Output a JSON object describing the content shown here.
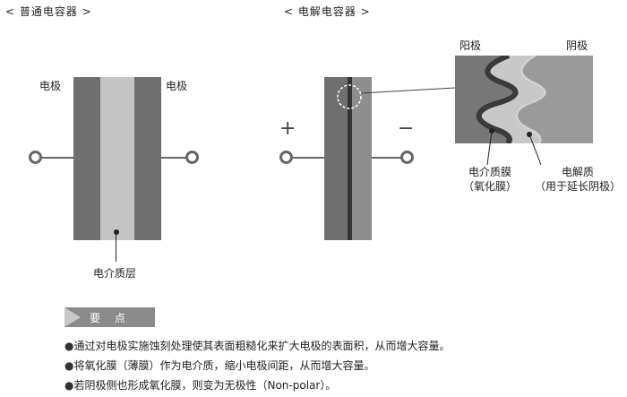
{
  "sections": {
    "normal_title": "< 普通电容器 >",
    "electrolytic_title": "< 电解电容器 >"
  },
  "normal_capacitor": {
    "left_electrode_label": "电极",
    "right_electrode_label": "电极",
    "dielectric_label": "电介质层"
  },
  "electrolytic_capacitor": {
    "plus_symbol": "+",
    "minus_symbol": "−",
    "anode_label": "阳极",
    "cathode_label": "阴极",
    "oxide_label_line1": "电介质膜",
    "oxide_label_line2": "（氧化膜）",
    "electrolyte_label_line1": "电解质",
    "electrolyte_label_line2": "（用于延长阴极）"
  },
  "key_points": {
    "heading": "要 点",
    "bullet_char": "●",
    "items": [
      "通过对电极实施蚀刻处理使其表面粗糙化来扩大电极的表面积，从而增大容量。",
      "将氧化膜（薄膜）作为电介质，缩小电极间距，从而增大容量。",
      "若阴极侧也形成氧化膜，则变为无极性（Non-polar）。"
    ]
  },
  "colors": {
    "electrode_dark": "#6f6f6f",
    "dielectric_light": "#c4c4c4",
    "electrolyte_gray": "#8e8e8e",
    "wire": "#666666"
  }
}
